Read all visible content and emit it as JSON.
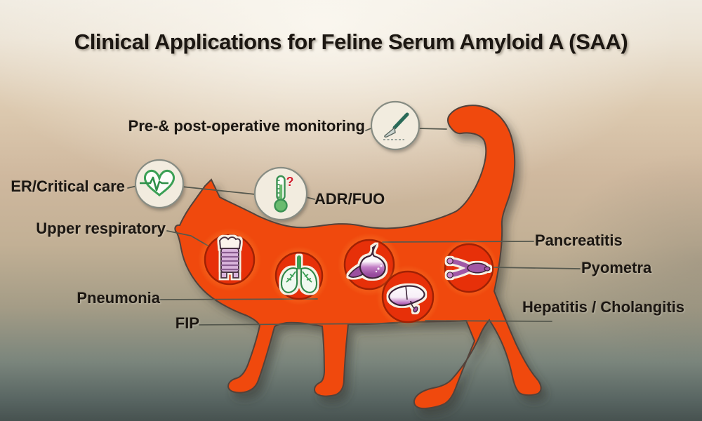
{
  "title": "Clinical Applications for Feline Serum Amyloid A (SAA)",
  "callouts": {
    "preop": {
      "label": "Pre-& post-operative monitoring",
      "icon": "scalpel-icon"
    },
    "er": {
      "label": "ER/Critical care",
      "icon": "heart-ekg-icon"
    },
    "adr": {
      "label": "ADR/FUO",
      "icon": "thermometer-icon"
    },
    "upper_respiratory": {
      "label": "Upper respiratory",
      "icon": "trachea-icon"
    },
    "pneumonia": {
      "label": "Pneumonia",
      "icon": "lungs-icon"
    },
    "fip": {
      "label": "FIP",
      "icon": "abdomen-belly"
    },
    "pancreatitis": {
      "label": "Pancreatitis",
      "icon": "stomach-pancreas-icon"
    },
    "pyometra": {
      "label": "Pyometra",
      "icon": "uterus-icon"
    },
    "hepatitis": {
      "label": "Hepatitis / Cholangitis",
      "icon": "liver-icon"
    }
  },
  "icons": {
    "thermometer_question": "?"
  },
  "colors": {
    "cat_orange": "#f04a0e",
    "organ_red": "#e73009",
    "organ_red_border": "#a02104",
    "icon_circle_cream": "#f2ecdf",
    "accent_green": "#3aa055",
    "accent_purple": "#9b4fa0",
    "connector": "#55584e",
    "label_text": "#1c1712"
  }
}
